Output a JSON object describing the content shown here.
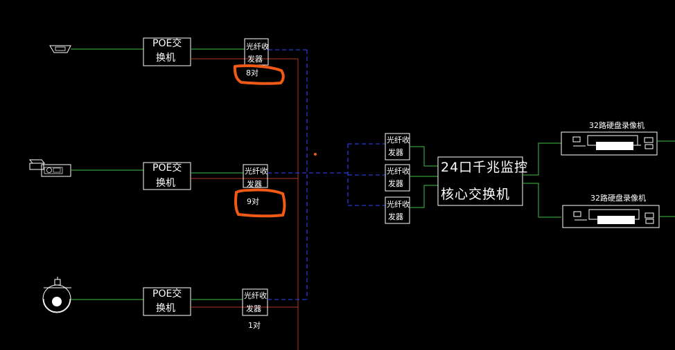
{
  "poe_switch": {
    "line1": "POE交",
    "line2": "换机"
  },
  "fiber": {
    "line1": "光纤收",
    "line2": "发器"
  },
  "pair_labels": {
    "top": "8对",
    "middle": "9对",
    "bottom": "1对"
  },
  "core_switch": {
    "line1": "24口千兆监控",
    "line2": "核心交换机"
  },
  "nvr": {
    "label": "32路硬盘录像机"
  },
  "colors": {
    "green": "#3fbf3f",
    "red": "#b33a2a",
    "blue": "#2a3bd6",
    "white": "#ffffff",
    "highlight": "#f05a14"
  }
}
